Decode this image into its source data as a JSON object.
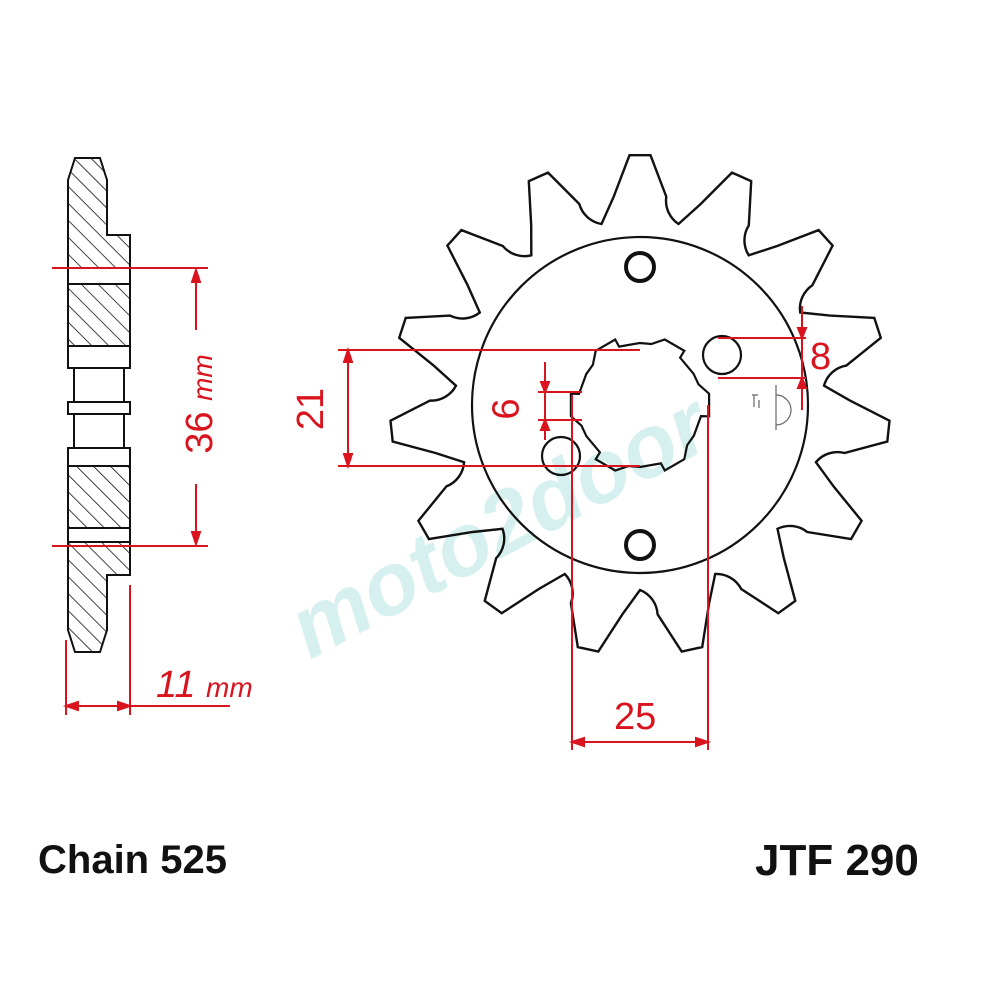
{
  "diagram": {
    "chain_label": "Chain 525",
    "part_number": "JTF 290",
    "watermark": "moto2door",
    "teeth": 15,
    "dimensions": {
      "pitch_diameter": "36",
      "pitch_unit": "mm",
      "thickness": "11",
      "thickness_unit": "mm",
      "hole_spacing_vertical": "21",
      "hole_spacing_horizontal": "25",
      "small_hole_dia": "6",
      "bolt_hole_dia": "8"
    },
    "colors": {
      "outline": "#111111",
      "dimension": "#d9141e",
      "watermark": "#cfeeee"
    }
  }
}
